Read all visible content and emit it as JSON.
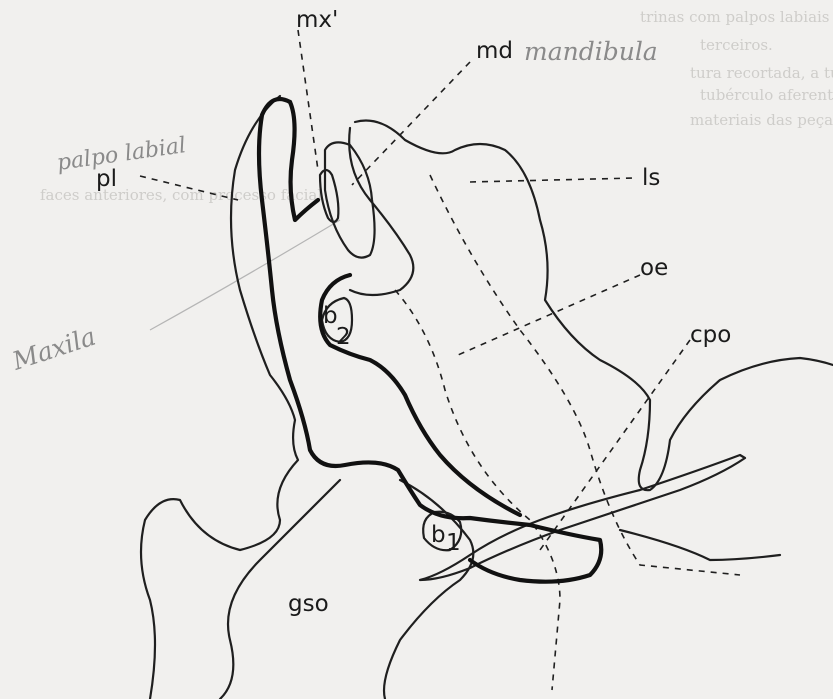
{
  "bleed_through_lines": [
    "trinas com palpos labiais e mandíbulas no tubérculo facial das ninfas pro-",
    "terceiros.",
    "tura recortada, a tubérculo facial com diafragma fechado na base lateral posterior dos",
    "tubérculo aferente com tubérculo oral e anterior, margem sinuosa",
    "materiais das peças bucais rudimentares do lábio",
    "faces anteriores, com processo facial"
  ],
  "labels": {
    "mx1": "mx'",
    "md": "md",
    "ls": "ls",
    "pl": "pl",
    "oe": "oe",
    "cpo": "cpo",
    "b2": "b",
    "b2_sub": "2",
    "b1": "b",
    "b1_sub": "1",
    "gso": "gso"
  },
  "annotations": {
    "mandibula": "mandibula",
    "palpo_labial": "palpo labial",
    "maxila": "Maxila"
  },
  "colors": {
    "paper": "#f1f0ee",
    "ink": "#111111",
    "pencil": "#8a8a8a"
  }
}
